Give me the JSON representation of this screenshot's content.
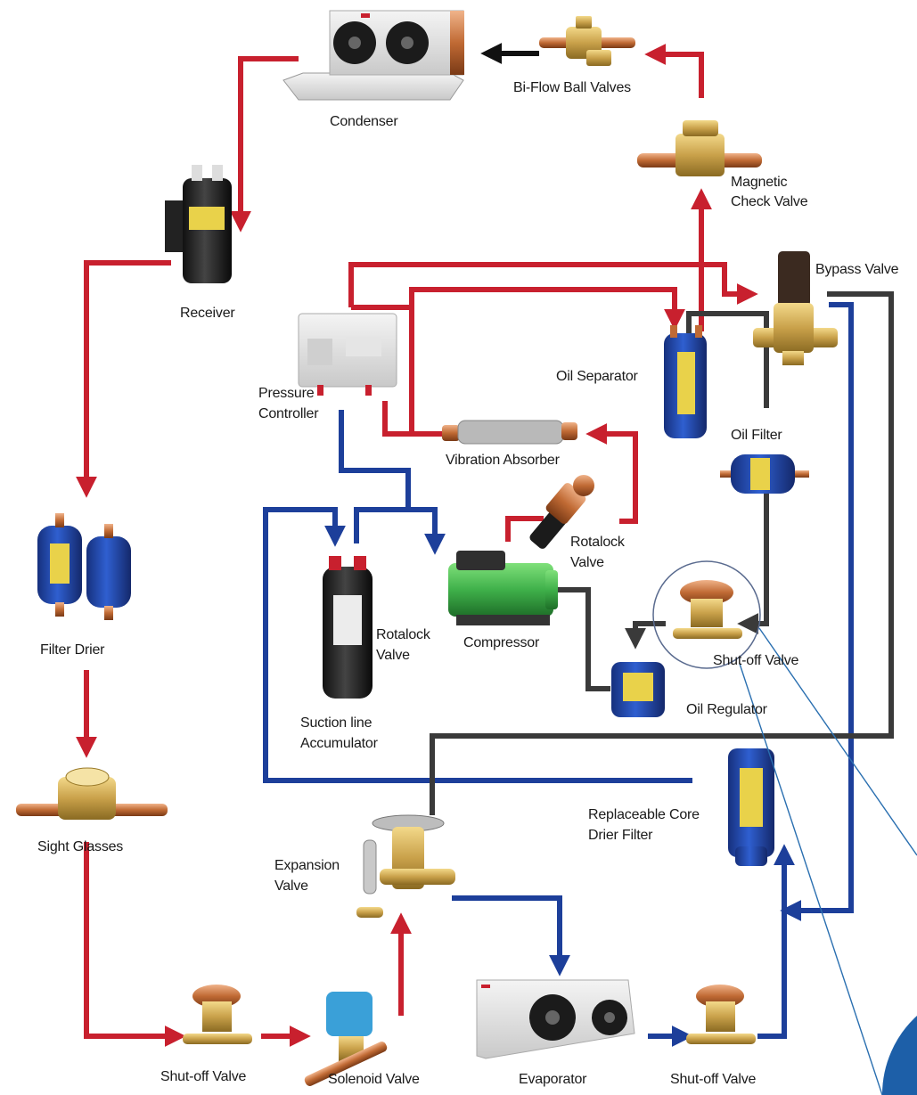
{
  "labels": {
    "condenser": "Condenser",
    "bi_flow_ball_valves": "Bi-Flow Ball Valves",
    "magnetic_check_valve_1": "Magnetic",
    "magnetic_check_valve_2": "Check Valve",
    "bypass_valve": "Bypass Valve",
    "receiver": "Receiver",
    "pressure_controller_1": "Pressure",
    "pressure_controller_2": "Controller",
    "oil_separator": "Oil Separator",
    "oil_filter": "Oil Filter",
    "vibration_absorber": "Vibration Absorber",
    "rotalock_valve_top_1": "Rotalock",
    "rotalock_valve_top_2": "Valve",
    "filter_drier": "Filter Drier",
    "rotalock_valve_acc_1": "Rotalock",
    "rotalock_valve_acc_2": "Valve",
    "compressor": "Compressor",
    "shutoff_valve_mid": "Shut-off Valve",
    "oil_regulator": "Oil Regulator",
    "suction_accumulator_1": "Suction line",
    "suction_accumulator_2": "Accumulator",
    "sight_glasses": "Sight Glasses",
    "replaceable_core_1": "Replaceable Core",
    "replaceable_core_2": "Drier Filter",
    "expansion_valve_1": "Expansion",
    "expansion_valve_2": "Valve",
    "shutoff_valve_left": "Shut-off Valve",
    "solenoid_valve": "Solenoid Valve",
    "evaporator": "Evaporator",
    "shutoff_valve_right": "Shut-off Valve"
  },
  "colors": {
    "high_pressure_line": "#c8202e",
    "low_pressure_line": "#1d3f9a",
    "oil_line": "#3a3a3a",
    "brass": "#c9a14a",
    "copper": "#b9652f",
    "drier_blue": "#1f3f9e",
    "compressor_green": "#3fb04a"
  }
}
